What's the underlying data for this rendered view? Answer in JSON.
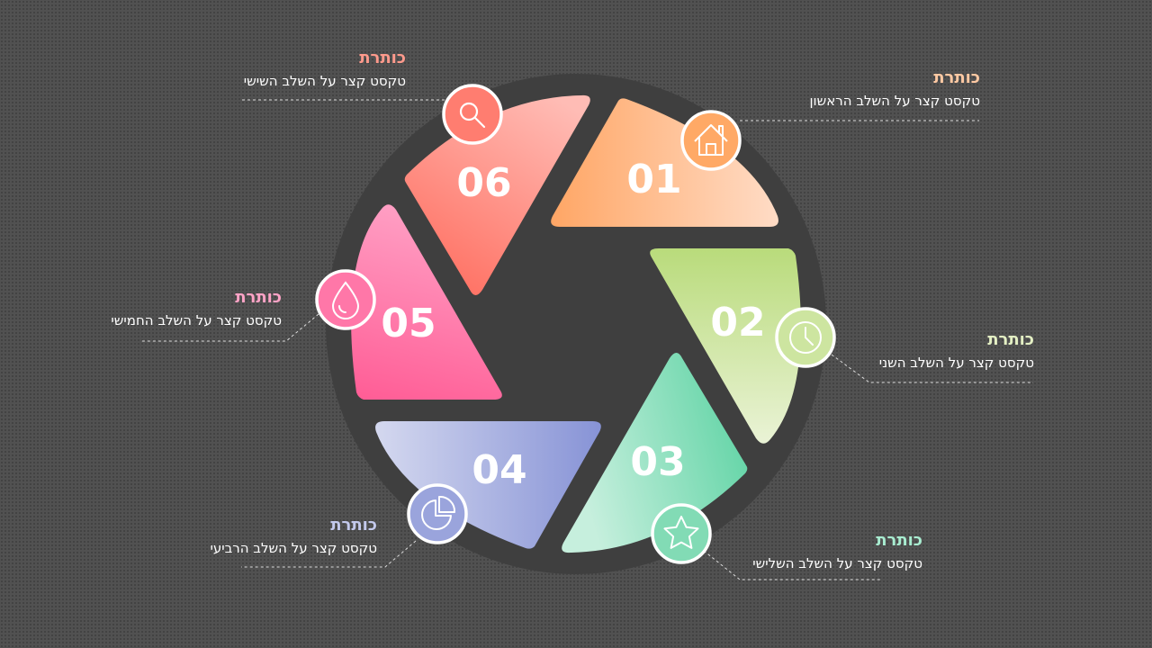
{
  "steps": [
    {
      "number": "01",
      "title": "כותרת",
      "text": "טקסט קצר על השלב הראשון",
      "icon": "home-icon",
      "title_color": "#ffc9a3",
      "grad_start": "#ffa665",
      "grad_end": "#ffdcc6"
    },
    {
      "number": "02",
      "title": "כותרת",
      "text": "טקסט קצר על השלב השני",
      "icon": "clock-icon",
      "title_color": "#e4f0c4",
      "grad_start": "#b9db7b",
      "grad_end": "#eaf3d6"
    },
    {
      "number": "03",
      "title": "כותרת",
      "text": "טקסט קצר על השלב השלישי",
      "icon": "star-icon",
      "title_color": "#a8ecd0",
      "grad_start": "#57d1a0",
      "grad_end": "#c6efdd"
    },
    {
      "number": "04",
      "title": "כותרת",
      "text": "טקסט קצר על השלב הרביעי",
      "icon": "pie-chart-icon",
      "title_color": "#c3c9ec",
      "grad_start": "#8793d6",
      "grad_end": "#d4d8ef"
    },
    {
      "number": "05",
      "title": "כותרת",
      "text": "טקסט קצר על השלב החמישי",
      "icon": "drop-icon",
      "title_color": "#ffa3c6",
      "grad_start": "#ff5c95",
      "grad_end": "#ff9ec3"
    },
    {
      "number": "06",
      "title": "כותרת",
      "text": "טקסט קצר על השלב השישי",
      "icon": "search-icon",
      "title_color": "#ff9a8c",
      "grad_start": "#ff6e60",
      "grad_end": "#ffbcb5"
    }
  ],
  "colors": {
    "background": "#515151",
    "ring": "#3f3f3f",
    "icon_stroke": "#ffffff"
  }
}
